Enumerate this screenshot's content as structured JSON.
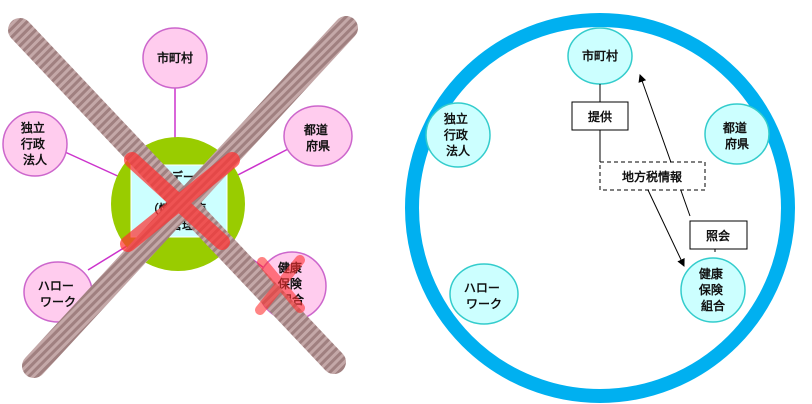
{
  "left": {
    "center": [
      "共通データ",
      "ベース",
      "（情報の集",
      "約･管理）"
    ],
    "nodes": {
      "city": [
        "市町村"
      ],
      "pref": [
        "都道",
        "府県"
      ],
      "agency": [
        "独立",
        "行政",
        "法人"
      ],
      "hello": [
        "ハロー",
        "ワーク"
      ],
      "health": [
        "健康",
        "保険",
        "組合"
      ]
    }
  },
  "right": {
    "nodes": {
      "city": [
        "市町村"
      ],
      "pref": [
        "都道",
        "府県"
      ],
      "agency": [
        "独立",
        "行政",
        "法人"
      ],
      "hello": [
        "ハロー",
        "ワーク"
      ],
      "health": [
        "健康",
        "保険",
        "組合"
      ]
    },
    "labels": {
      "provide": "提供",
      "tax_info": "地方税情報",
      "inquiry": "照会"
    }
  },
  "colors": {
    "pink_fill": "#ffccee",
    "pink_stroke": "#cc66cc",
    "connector": "#cc33cc",
    "green": "#99cc00",
    "cyan_fill": "#ccffff",
    "cyan_stroke": "#33cccc",
    "ring": "#00b0f0",
    "cross": "#a88888",
    "red_cross": "#ff3333"
  }
}
